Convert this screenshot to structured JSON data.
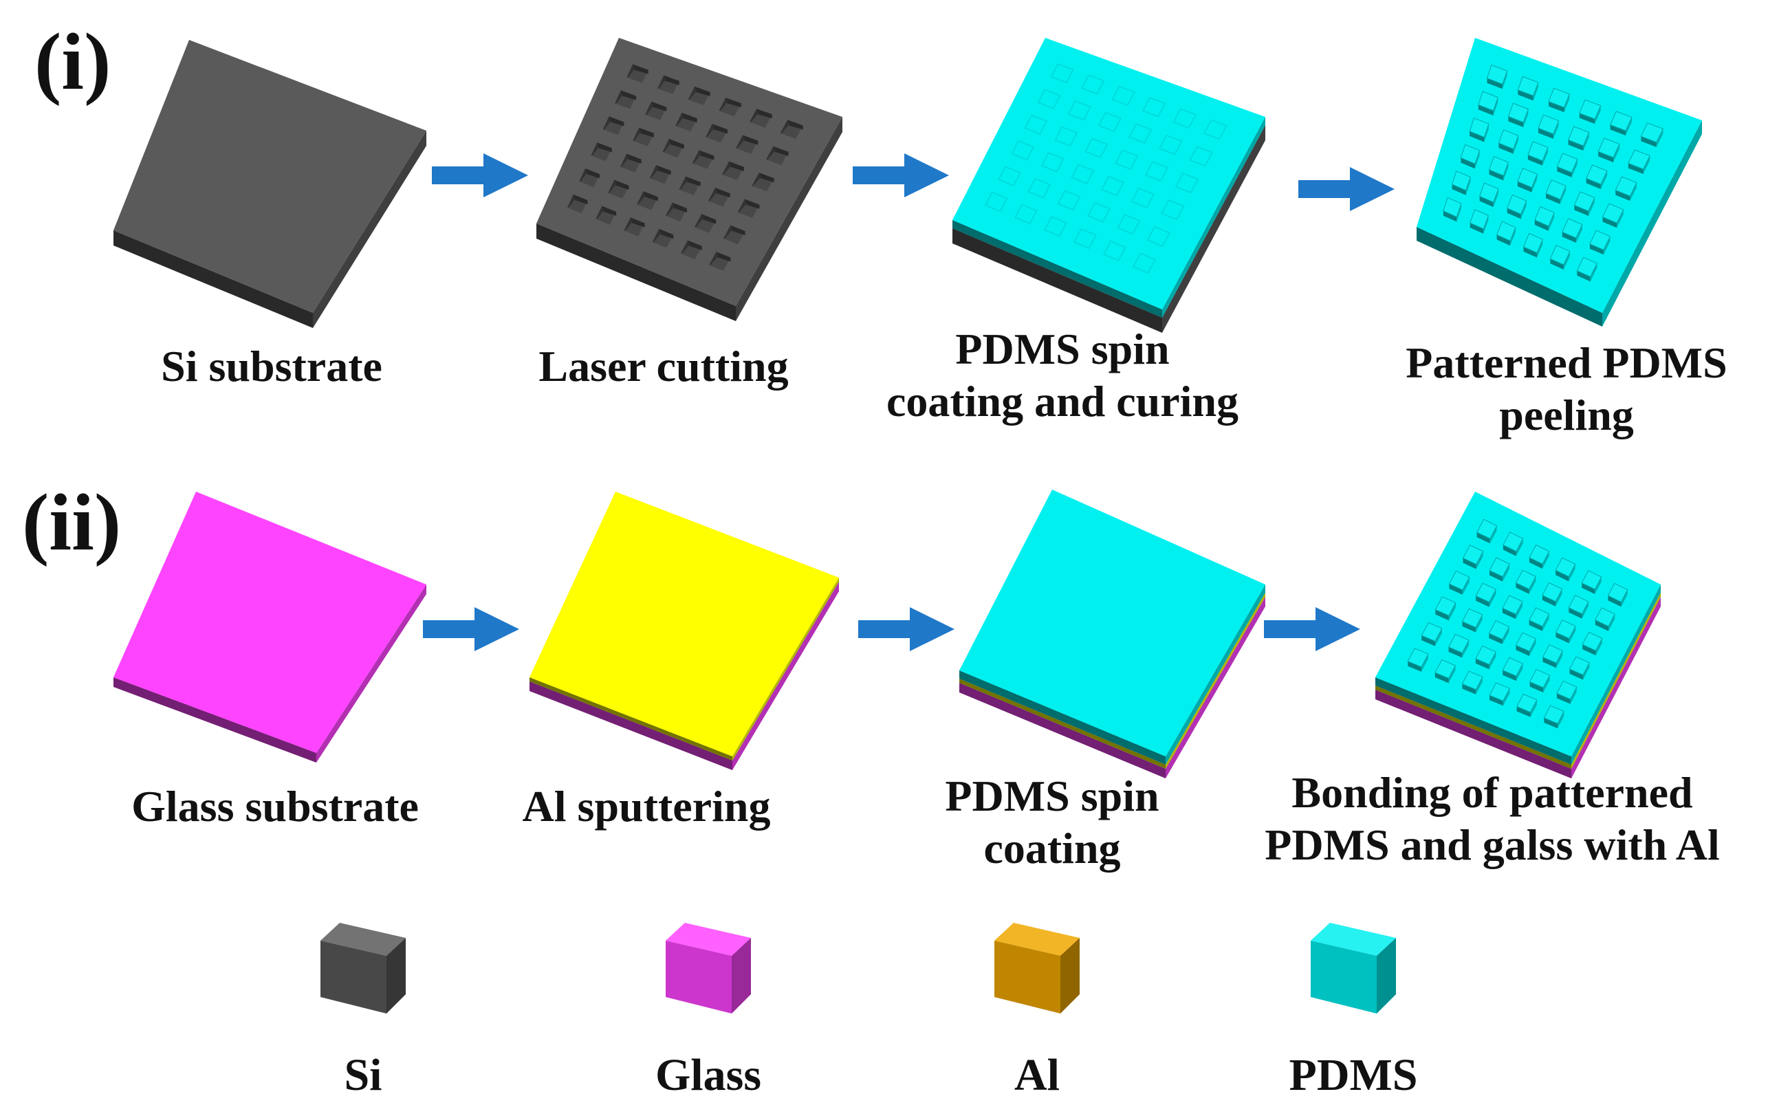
{
  "colors": {
    "si": "#5a5a5a",
    "glass": "#ff44ff",
    "al": "#ffff00",
    "al_cube": "#f0a800",
    "pdms": "#00f0f0",
    "arrow": "#1f78c8"
  },
  "rows": [
    {
      "label": "(i)",
      "steps": [
        {
          "label_lines": [
            "Si substrate"
          ],
          "layers": [
            "si"
          ],
          "pattern": "none"
        },
        {
          "label_lines": [
            "Laser cutting"
          ],
          "layers": [
            "si"
          ],
          "pattern": "holes"
        },
        {
          "label_lines": [
            "PDMS spin",
            "coating and curing"
          ],
          "layers": [
            "si",
            "pdms"
          ],
          "pattern": "faint"
        },
        {
          "label_lines": [
            "Patterned PDMS",
            "peeling"
          ],
          "layers": [
            "pdms"
          ],
          "pattern": "bumps"
        }
      ]
    },
    {
      "label": "(ii)",
      "steps": [
        {
          "label_lines": [
            "Glass substrate"
          ],
          "layers": [
            "glass"
          ],
          "pattern": "none"
        },
        {
          "label_lines": [
            "Al sputtering"
          ],
          "layers": [
            "glass",
            "al"
          ],
          "pattern": "none"
        },
        {
          "label_lines": [
            "PDMS spin",
            "coating"
          ],
          "layers": [
            "glass",
            "al",
            "pdms"
          ],
          "pattern": "none"
        },
        {
          "label_lines": [
            "Bonding of patterned",
            "PDMS and galss with Al"
          ],
          "layers": [
            "glass",
            "al",
            "pdms"
          ],
          "pattern": "bumps"
        }
      ]
    }
  ],
  "legend": [
    {
      "label": "Si",
      "material": "si"
    },
    {
      "label": "Glass",
      "material": "glass"
    },
    {
      "label": "Al",
      "material": "al_cube"
    },
    {
      "label": "PDMS",
      "material": "pdms"
    }
  ]
}
